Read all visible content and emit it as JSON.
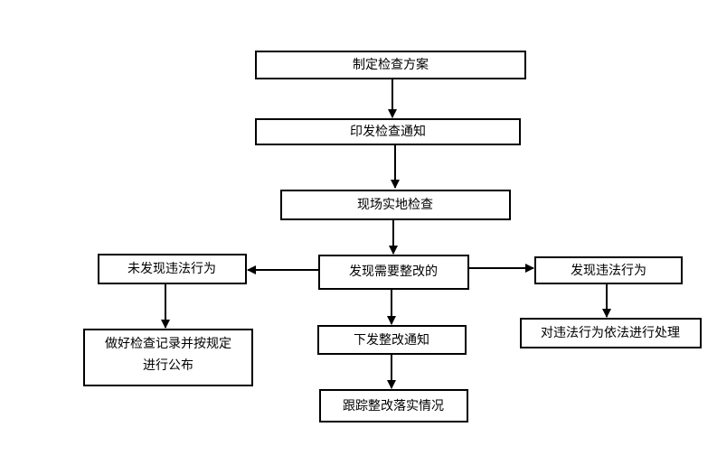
{
  "nodes": {
    "make_plan": "制定检查方案",
    "issue_notice": "印发检查通知",
    "onsite": "现场实地检查",
    "need_rectify": "发现需要整改的",
    "no_violation": "未发现违法行为",
    "violation": "发现违法行为",
    "record_publish_1": "做好检查记录并按规定",
    "record_publish_2": "进行公布",
    "issue_rectify": "下发整改通知",
    "handle_violation": "对违法行为依法进行处理",
    "track": "跟踪整改落实情况"
  }
}
